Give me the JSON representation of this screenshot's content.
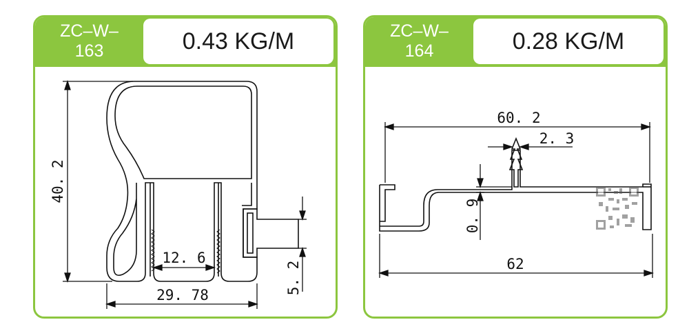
{
  "cards": [
    {
      "code_line1": "ZC–W–",
      "code_line2": "163",
      "weight": "0.43 KG/M",
      "dimensions": {
        "height": "40. 2",
        "inner_width": "12. 6",
        "total_width": "29. 78",
        "slot": "5. 2"
      }
    },
    {
      "code_line1": "ZC–W–",
      "code_line2": "164",
      "weight": "0.28 KG/M",
      "dimensions": {
        "top_width": "60. 2",
        "fin_width": "2. 3",
        "thickness": "0. 9",
        "total_width": "62"
      }
    }
  ],
  "colors": {
    "accent": "#8cc63f",
    "line": "#111111"
  }
}
